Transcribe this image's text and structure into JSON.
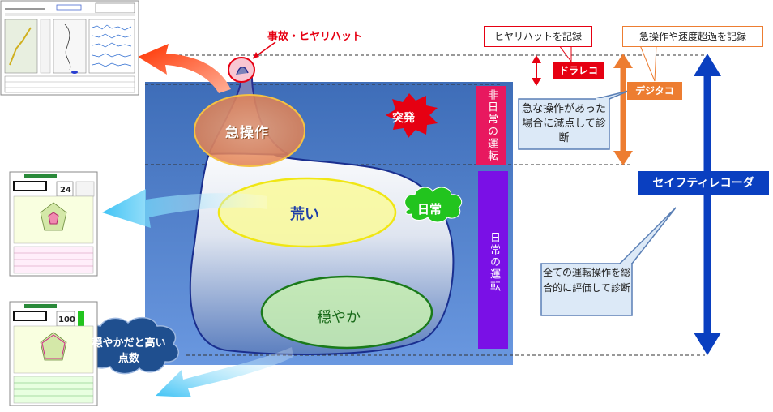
{
  "labels": {
    "incident": "事故・ヒヤリハット",
    "sudden_operation": "急操作",
    "rough": "荒い",
    "calm": "穏やか",
    "sudden_event": "突発",
    "daily": "日常",
    "abnormal_driving": "非日常の運転",
    "daily_driving": "日常の運転",
    "hiyari_record": "ヒヤリハットを記録",
    "speeding_record": "急操作や速度超過を記録",
    "drive_recorder": "ドラレコ",
    "digital_tachograph": "デジタコ",
    "safety_recorder": "セイフティレコーダ",
    "callout_digitaco": "急な操作があった場合に減点して診断",
    "callout_safety": "全ての運転操作を総合的に評価して診断",
    "cloud_note": "穏やかだと高い点数",
    "score_mid": "24",
    "score_high": "100"
  },
  "colors": {
    "panel_blue": "#4f7cc7",
    "red": "#e60012",
    "orange": "#ed7d31",
    "pink_band": "#e8185f",
    "purple_band": "#7a10e6",
    "dark_blue": "#0a3fc0",
    "cyan_arrow": "#3fb0e8"
  }
}
